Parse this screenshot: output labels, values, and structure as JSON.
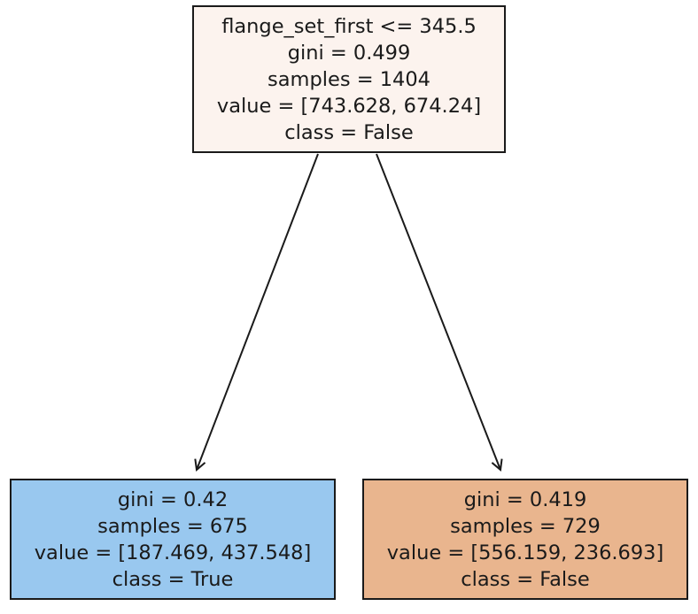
{
  "tree": {
    "root": {
      "split": "flange_set_first <= 345.5",
      "gini": "gini = 0.499",
      "samples": "samples = 1404",
      "value": "value = [743.628, 674.24]",
      "class": "class = False",
      "fill": "#fcf3ee"
    },
    "left": {
      "gini": "gini = 0.42",
      "samples": "samples = 675",
      "value": "value = [187.469, 437.548]",
      "class": "class = True",
      "fill": "#99c8ef"
    },
    "right": {
      "gini": "gini = 0.419",
      "samples": "samples = 729",
      "value": "value = [556.159, 236.693]",
      "class": "class = False",
      "fill": "#e9b58e"
    }
  },
  "colors": {
    "border": "#1a1a1a",
    "edge": "#1a1a1a"
  }
}
